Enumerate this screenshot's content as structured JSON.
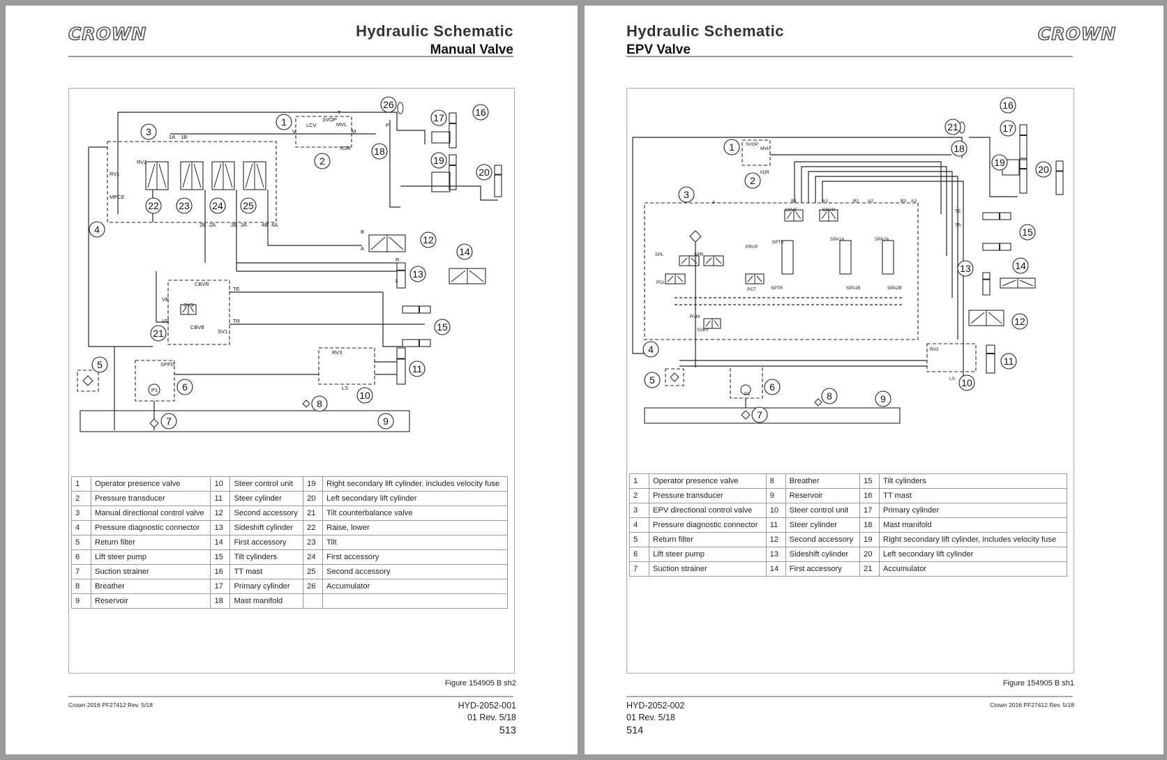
{
  "pages": [
    {
      "logo": "CROWN",
      "title": "Hydraulic Schematic",
      "subtitle": "Manual Valve",
      "figure_label": "Figure 154905 B sh2",
      "copyright": "Crown 2016 PF27412 Rev. 5/18",
      "doc_number": "HYD-2052-001",
      "revision": "01 Rev. 5/18",
      "page_number": "513",
      "schematic": {
        "callouts": [
          "1",
          "2",
          "3",
          "4",
          "5",
          "6",
          "7",
          "8",
          "9",
          "10",
          "11",
          "12",
          "13",
          "14",
          "15",
          "16",
          "17",
          "18",
          "19",
          "20",
          "21",
          "22",
          "23",
          "24",
          "25",
          "26"
        ],
        "labels": [
          "LCV",
          "SVOP",
          "MVL",
          "XDR",
          "T",
          "M",
          "V",
          "P",
          "1A",
          "1B",
          "RV1",
          "RV2",
          "MPCE",
          "2B",
          "2A",
          "3B",
          "3A",
          "4B",
          "4A",
          "B",
          "A",
          "R",
          "L",
          "CBVR",
          "TE",
          "SV3",
          "VE",
          "VR",
          "CBVE",
          "TR",
          "SV1",
          "SPFD",
          "P1",
          "RV3",
          "LS"
        ]
      },
      "legend": [
        [
          "1",
          "Operator presence valve",
          "10",
          "Steer control unit",
          "19",
          "Right secondary lift cylinder, includes velocity fuse"
        ],
        [
          "2",
          "Pressure transducer",
          "11",
          "Steer cylinder",
          "20",
          "Left secondary lift cylinder"
        ],
        [
          "3",
          "Manual directional control valve",
          "12",
          "Second accessory",
          "21",
          "Tilt counterbalance valve"
        ],
        [
          "4",
          "Pressure diagnostic connector",
          "13",
          "Sideshift cylinder",
          "22",
          "Raise, lower"
        ],
        [
          "5",
          "Return filter",
          "14",
          "First accessory",
          "23",
          "Tilt"
        ],
        [
          "6",
          "Lift steer pump",
          "15",
          "Tilt cylinders",
          "24",
          "First accessory"
        ],
        [
          "7",
          "Suction strainer",
          "16",
          "TT mast",
          "25",
          "Second accessory"
        ],
        [
          "8",
          "Breather",
          "17",
          "Primary cylinder",
          "26",
          "Accumulator"
        ],
        [
          "9",
          "Reservoir",
          "18",
          "Mast manifold",
          "",
          ""
        ]
      ]
    },
    {
      "logo": "CROWN",
      "title": "Hydraulic Schematic",
      "subtitle": "EPV Valve",
      "figure_label": "Figure 154905 B sh1",
      "copyright": "Crown 2016 PF27412 Rev. 5/18",
      "doc_number": "HYD-2052-002",
      "revision": "01 Rev. 5/18",
      "page_number": "514",
      "schematic": {
        "callouts": [
          "1",
          "2",
          "3",
          "4",
          "5",
          "6",
          "7",
          "8",
          "9",
          "10",
          "11",
          "12",
          "13",
          "14",
          "15",
          "16",
          "17",
          "18",
          "19",
          "20",
          "21"
        ],
        "labels": [
          "SVOP",
          "MVL",
          "XDR",
          "A",
          "B1",
          "A1",
          "B2",
          "A2",
          "B3",
          "A3",
          "CBVE",
          "CBVR",
          "PRVP",
          "SPL",
          "SPR",
          "PCL",
          "PCT",
          "SPTE",
          "SPTR",
          "SPA1A",
          "SPA1B",
          "SPA2A",
          "SPA2B",
          "RVM",
          "SVBY",
          "TE",
          "TR",
          "RV3",
          "LS",
          "P1"
        ]
      },
      "legend": [
        [
          "1",
          "Operator presence valve",
          "8",
          "Breather",
          "15",
          "Tilt cylinders"
        ],
        [
          "2",
          "Pressure transducer",
          "9",
          "Reservoir",
          "16",
          "TT mast"
        ],
        [
          "3",
          "EPV directional control valve",
          "10",
          "Steer control unit",
          "17",
          "Primary cylinder"
        ],
        [
          "4",
          "Pressure diagnostic connector",
          "11",
          "Steer cylinder",
          "18",
          "Mast manifold"
        ],
        [
          "5",
          "Return filter",
          "12",
          "Second accessory",
          "19",
          "Right secondary lift cylinder, includes velocity fuse"
        ],
        [
          "6",
          "Lift steer pump",
          "13",
          "Sideshift cylinder",
          "20",
          "Left secondary lift cylinder"
        ],
        [
          "7",
          "Suction strainer",
          "14",
          "First accessory",
          "21",
          "Accumulator"
        ]
      ]
    }
  ]
}
